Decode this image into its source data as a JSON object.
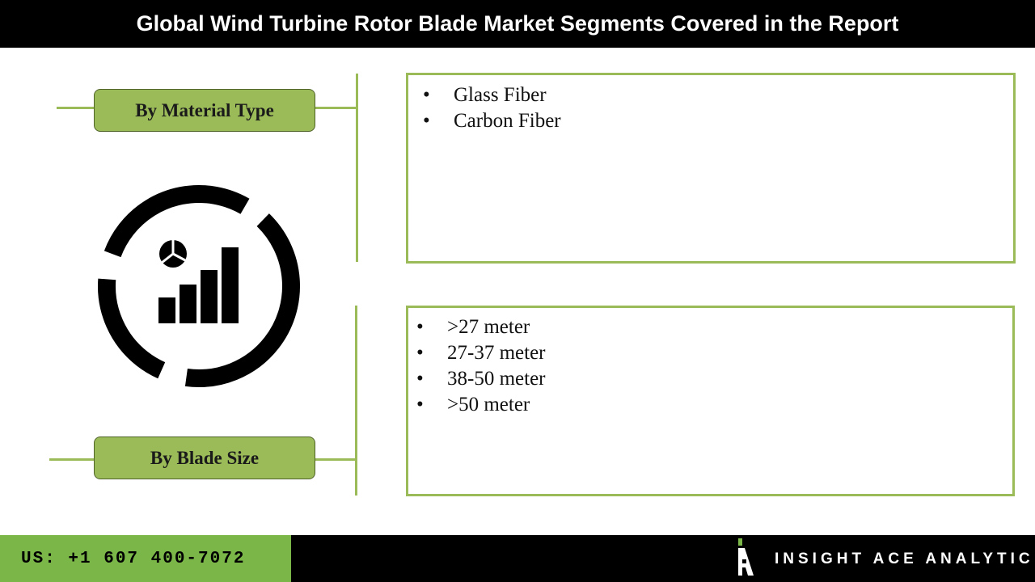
{
  "header": {
    "title": "Global Wind Turbine Rotor Blade Market Segments Covered in the Report"
  },
  "segments": [
    {
      "label": "By Material Type",
      "items": [
        "Glass Fiber",
        "Carbon Fiber"
      ]
    },
    {
      "label": "By Blade Size",
      "items": [
        ">27 meter",
        "27-37 meter",
        "38-50 meter",
        ">50 meter"
      ]
    }
  ],
  "bullet_glyph": "•",
  "center_icon": "analytics-chart-icon",
  "footer": {
    "phone": "US: +1 607 400-7072",
    "brand": "INSIGHT ACE ANALYTIC",
    "logo_icon": "insight-ace-logo-icon"
  },
  "colors": {
    "accent_green": "#9bbb59",
    "footer_green": "#7ab648",
    "header_bg": "#000000",
    "footer_bg": "#000000"
  }
}
